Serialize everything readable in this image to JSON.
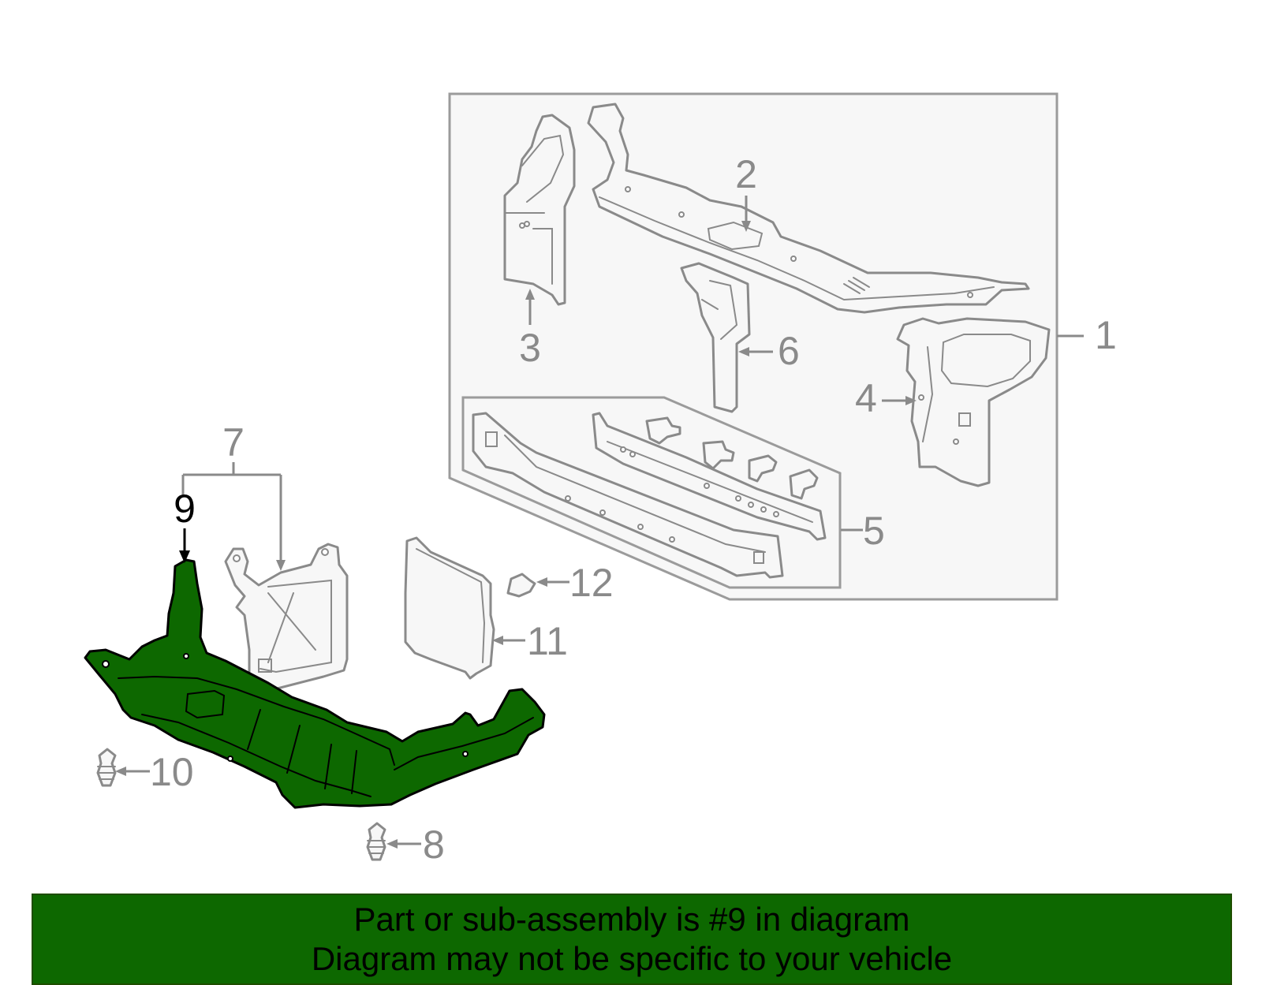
{
  "callouts": {
    "c1": "1",
    "c2": "2",
    "c3": "3",
    "c4": "4",
    "c5": "5",
    "c6": "6",
    "c7": "7",
    "c8": "8",
    "c9": "9",
    "c10": "10",
    "c11": "11",
    "c12": "12"
  },
  "highlighted_part": "9",
  "colors": {
    "highlight_fill": "#0d6800",
    "banner_bg": "#0d6800",
    "line_gray": "#8a8a8a",
    "box_bg": "#f7f7f7"
  },
  "banner": {
    "line1": "Part or sub-assembly is #9 in diagram",
    "line2": "Diagram may not be specific to your vehicle"
  }
}
